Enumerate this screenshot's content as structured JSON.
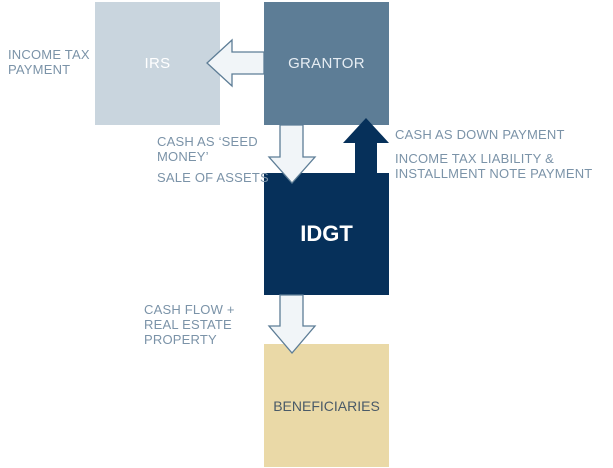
{
  "boxes": {
    "irs": {
      "label": "IRS",
      "color": "#c9d5de"
    },
    "grantor": {
      "label": "GRANTOR",
      "color": "#5d7d96"
    },
    "idgt": {
      "label": "IDGT",
      "color": "#06305a"
    },
    "beneficiaries": {
      "label": "BENEFICIARIES",
      "color": "#ead9a7"
    }
  },
  "labels": {
    "income_tax_payment": "INCOME TAX PAYMENT",
    "cash_seed_money": "CASH AS ‘SEED MONEY’",
    "sale_of_assets": "SALE OF ASSETS",
    "cash_down_payment": "CASH AS DOWN PAYMENT",
    "income_tax_liability": "INCOME TAX LIABILITY & INSTALLMENT NOTE PAYMENT",
    "cash_flow_real_estate": "CASH FLOW + REAL ESTATE PROPERTY"
  },
  "colors": {
    "label_text": "#7b93a8",
    "hollow_arrow_fill": "#f1f5f8",
    "hollow_arrow_stroke": "#5d7d96",
    "solid_arrow_fill": "#06305a"
  }
}
